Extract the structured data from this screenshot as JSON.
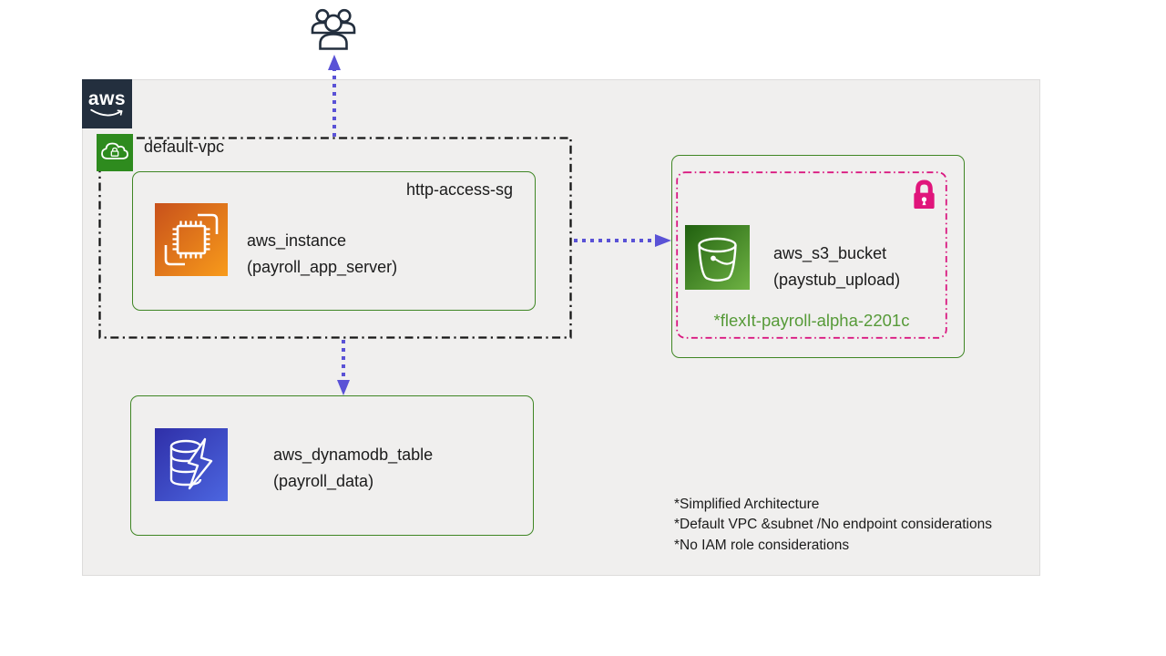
{
  "aws_cloud": {
    "logo_text": "aws"
  },
  "vpc": {
    "label": "default-vpc"
  },
  "security_group": {
    "label": "http-access-sg"
  },
  "ec2": {
    "name": "aws_instance",
    "id": "(payroll_app_server)"
  },
  "s3": {
    "name": "aws_s3_bucket",
    "id": "(paystub_upload)",
    "bucket_name": "*flexIt-payroll-alpha-2201c"
  },
  "dynamodb": {
    "name": "aws_dynamodb_table",
    "id": "(payroll_data)"
  },
  "notes": [
    "*Simplified Architecture",
    "*Default VPC &subnet /No endpoint considerations",
    "*No IAM role considerations"
  ],
  "icons": {
    "users": "users-icon",
    "vpc": "vpc-cloud-lock-icon",
    "ec2": "ec2-instance-icon",
    "s3": "s3-bucket-icon",
    "dynamodb": "dynamodb-table-icon",
    "lock": "lock-icon",
    "aws_smile": "aws-smile-icon"
  },
  "colors": {
    "aws_navy": "#232f3e",
    "canvas_bg": "#f0efee",
    "green_border": "#3f8624",
    "green_text": "#569a38",
    "pink": "#d91880",
    "arrow_purple": "#5a52d6",
    "vpc_green": "#2e8b1e",
    "ec2_gradient": [
      "#c8511b",
      "#f89b1b"
    ],
    "s3_gradient": [
      "#20600f",
      "#6fb344"
    ],
    "dynamodb_gradient": [
      "#2f2fa8",
      "#4c66e0"
    ]
  }
}
